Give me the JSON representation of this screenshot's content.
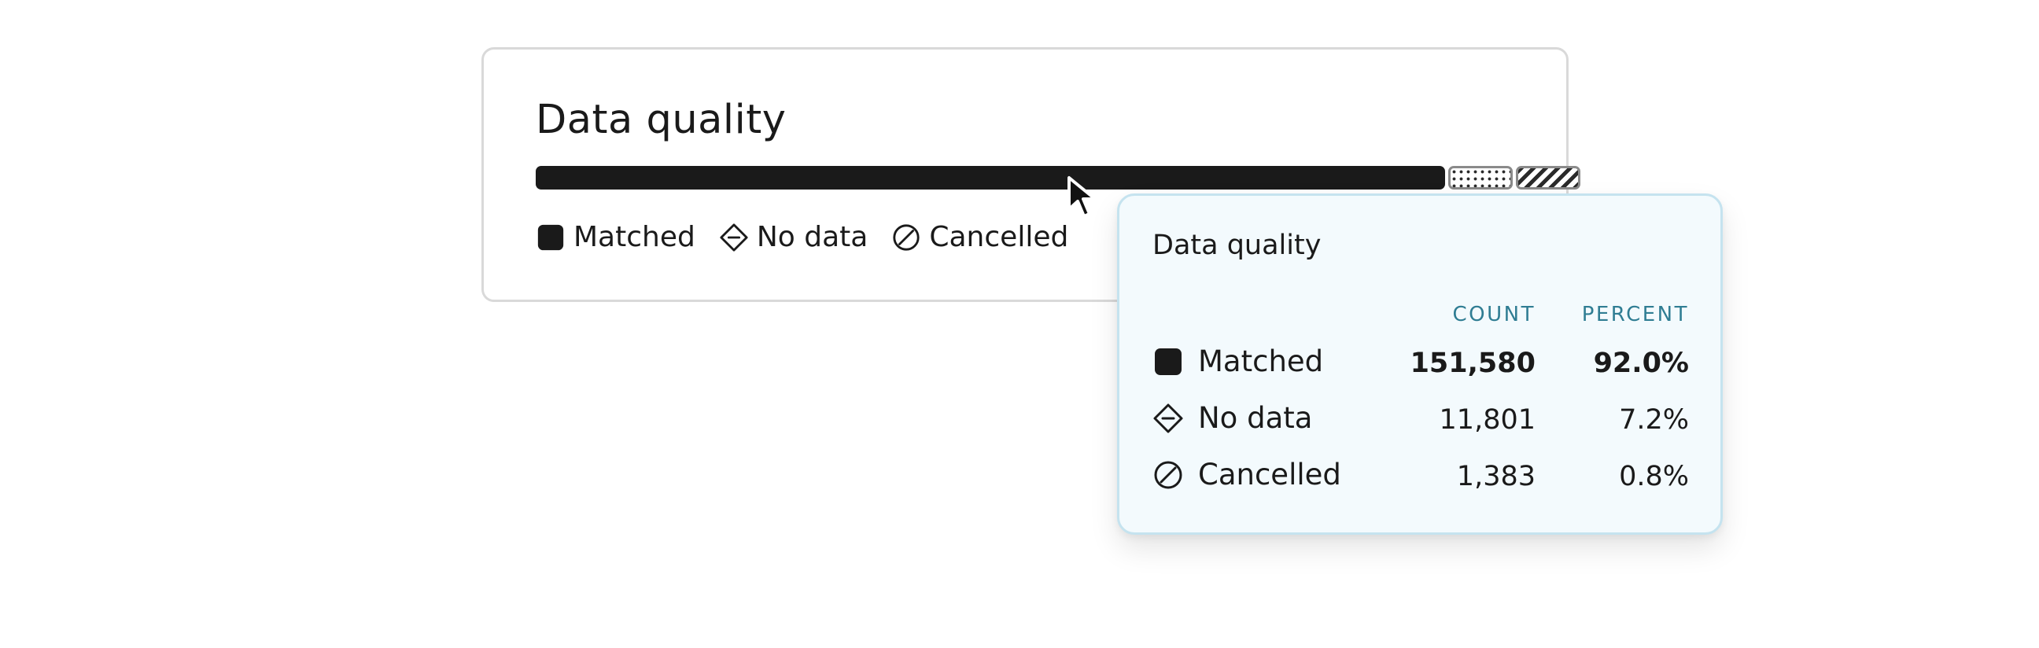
{
  "card": {
    "title": "Data quality",
    "legend": [
      {
        "key": "matched",
        "label": "Matched",
        "icon": "filled-square-icon"
      },
      {
        "key": "no_data",
        "label": "No data",
        "icon": "diamond-minus-icon"
      },
      {
        "key": "cancelled",
        "label": "Cancelled",
        "icon": "circle-slash-icon"
      }
    ]
  },
  "bar": {
    "segments": [
      {
        "key": "matched",
        "fraction": 0.92
      },
      {
        "key": "no_data",
        "fraction": 0.072
      },
      {
        "key": "cancelled",
        "fraction": 0.008
      }
    ]
  },
  "tooltip": {
    "title": "Data quality",
    "headers": {
      "count": "COUNT",
      "percent": "PERCENT"
    },
    "rows": [
      {
        "key": "matched",
        "label": "Matched",
        "count": "151,580",
        "percent": "92.0%",
        "icon": "filled-square-icon",
        "highlighted": true
      },
      {
        "key": "no_data",
        "label": "No data",
        "count": "11,801",
        "percent": "7.2%",
        "icon": "diamond-minus-icon",
        "highlighted": false
      },
      {
        "key": "cancelled",
        "label": "Cancelled",
        "count": "1,383",
        "percent": "0.8%",
        "icon": "circle-slash-icon",
        "highlighted": false
      }
    ]
  },
  "colors": {
    "ink": "#1a1a1a",
    "card_border": "#d9d9d9",
    "tooltip_bg": "#f3fafd",
    "tooltip_border": "#c5e3ef",
    "header_accent": "#2f7d93"
  }
}
